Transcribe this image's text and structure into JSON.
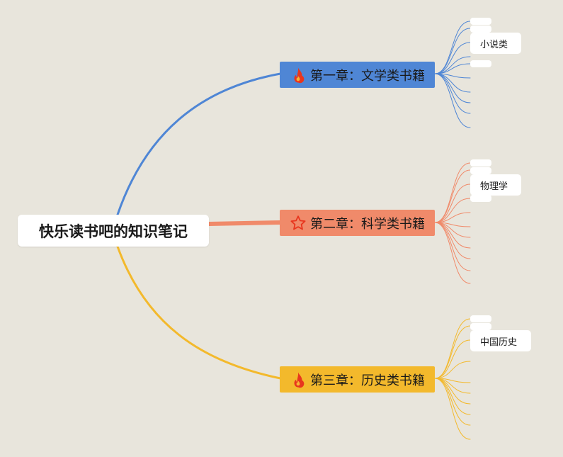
{
  "root": {
    "title": "快乐读书吧的知识笔记"
  },
  "branches": [
    {
      "label": "第一章：文学类书籍",
      "icon": "fire-icon",
      "color": "#4f86d5",
      "leaf": "小说类"
    },
    {
      "label": "第二章：科学类书籍",
      "icon": "star-icon",
      "color": "#f08a6a",
      "leaf": "物理学"
    },
    {
      "label": "第三章：历史类书籍",
      "icon": "fire-icon",
      "color": "#f3b92c",
      "leaf": "中国历史"
    }
  ],
  "colors": {
    "background": "#e8e5dc",
    "icon_red": "#e8361e"
  }
}
